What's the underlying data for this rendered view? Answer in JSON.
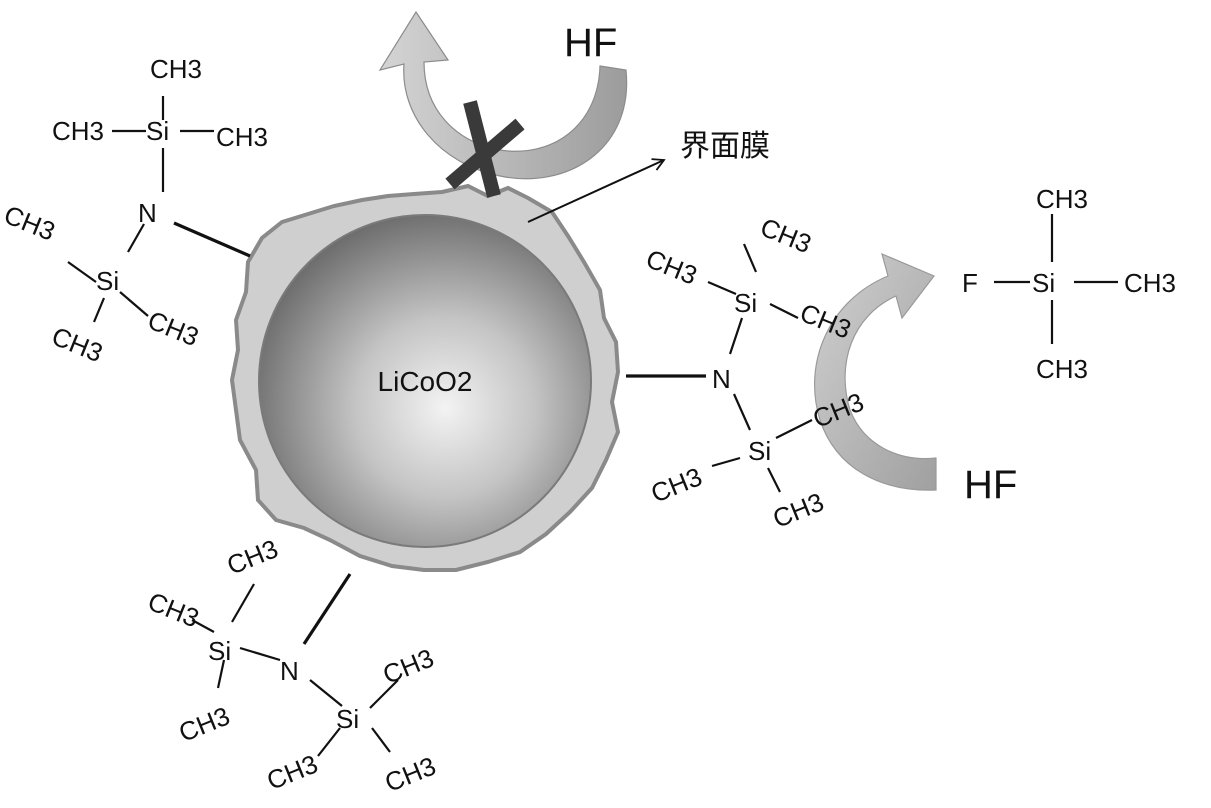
{
  "particle": {
    "core_label": "LiCoO2"
  },
  "film": {
    "label": "界面膜"
  },
  "hf": {
    "top_label": "HF",
    "right_label": "HF"
  },
  "groups": {
    "ch3": "CH3",
    "si": "Si",
    "n": "N",
    "f": "F"
  },
  "colors": {
    "film_fill": "#cfcfcf",
    "film_stroke": "#8a8a8a",
    "blocked_mark": "#3a3a3a",
    "arrow_gray": "#a8a8a8"
  },
  "icons": {
    "blocked": "cross-mark-icon",
    "reaction_arrows": "curved-arrow-icon"
  }
}
